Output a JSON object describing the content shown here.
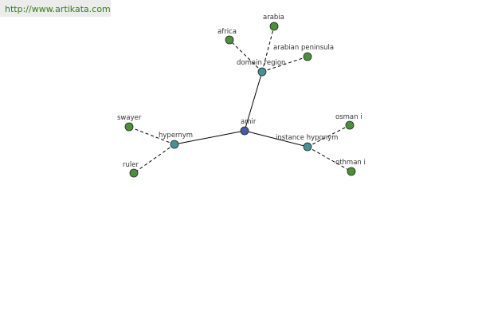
{
  "site": {
    "url_text": "http://www.artikata.com"
  },
  "graph": {
    "center": {
      "id": "amir",
      "label": "amir",
      "color": "#4b5aa8"
    },
    "relations": [
      {
        "id": "domain-region",
        "label": "domain region",
        "color": "#4a8f96"
      },
      {
        "id": "hypernym",
        "label": "hypernym",
        "color": "#4a8f96"
      },
      {
        "id": "instance-hyponym",
        "label": "instance hyponym",
        "color": "#4a8f96"
      }
    ],
    "terms": [
      {
        "id": "africa",
        "label": "africa",
        "relation": "domain-region",
        "color": "#4e8f3c"
      },
      {
        "id": "arabia",
        "label": "arabia",
        "relation": "domain-region",
        "color": "#4e8f3c"
      },
      {
        "id": "arabian-peninsula",
        "label": "arabian peninsula",
        "relation": "domain-region",
        "color": "#4e8f3c"
      },
      {
        "id": "swayer",
        "label": "swayer",
        "relation": "hypernym",
        "color": "#4e8f3c"
      },
      {
        "id": "ruler",
        "label": "ruler",
        "relation": "hypernym",
        "color": "#4e8f3c"
      },
      {
        "id": "osman-i",
        "label": "osman i",
        "relation": "instance-hyponym",
        "color": "#4e8f3c"
      },
      {
        "id": "othman-i",
        "label": "othman i",
        "relation": "instance-hyponym",
        "color": "#4e8f3c"
      }
    ]
  }
}
